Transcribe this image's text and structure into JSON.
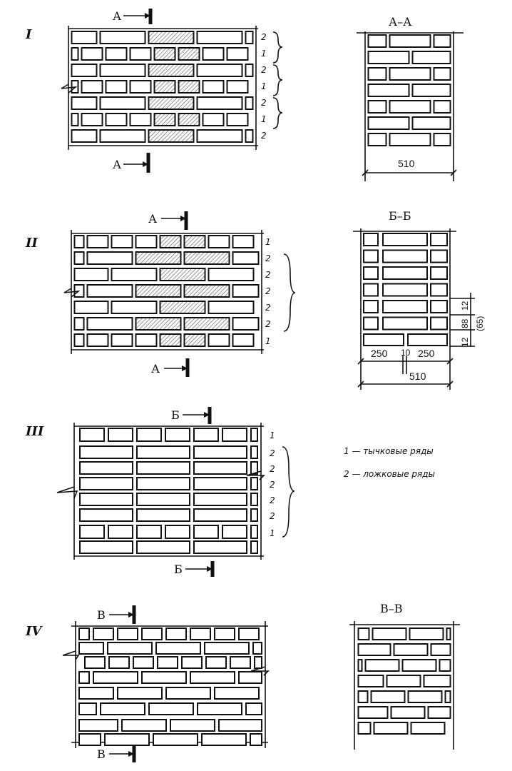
{
  "fig1": {
    "roman": "I",
    "cut_top": "А",
    "cut_bottom": "А",
    "row_marks": [
      "2",
      "1",
      "2",
      "1",
      "2",
      "1",
      "2"
    ]
  },
  "fig2": {
    "roman": "II",
    "cut_top": "А",
    "cut_bottom": "А",
    "row_marks": [
      "1",
      "2",
      "2",
      "2",
      "2",
      "2",
      "1"
    ]
  },
  "fig3": {
    "roman": "III",
    "cut_top": "Б",
    "cut_bottom": "Б",
    "row_marks": [
      "1",
      "2",
      "2",
      "2",
      "2",
      "2",
      "1"
    ]
  },
  "fig4": {
    "roman": "IV",
    "cut_top": "В",
    "cut_bottom": "В"
  },
  "sectionAA": {
    "title": "А–А",
    "width_dim": "510"
  },
  "sectionBB": {
    "title": "Б–Б",
    "dim_left": "250",
    "dim_gap": "10",
    "dim_right": "250",
    "dim_total": "510",
    "dim_top": "12",
    "dim_mid": "88",
    "dim_paren": "(65)",
    "dim_bot": "12"
  },
  "sectionVV": {
    "title": "В–В"
  },
  "legend": {
    "item1": "1 — тычковые ряды",
    "item2": "2 — ложковые ряды"
  }
}
